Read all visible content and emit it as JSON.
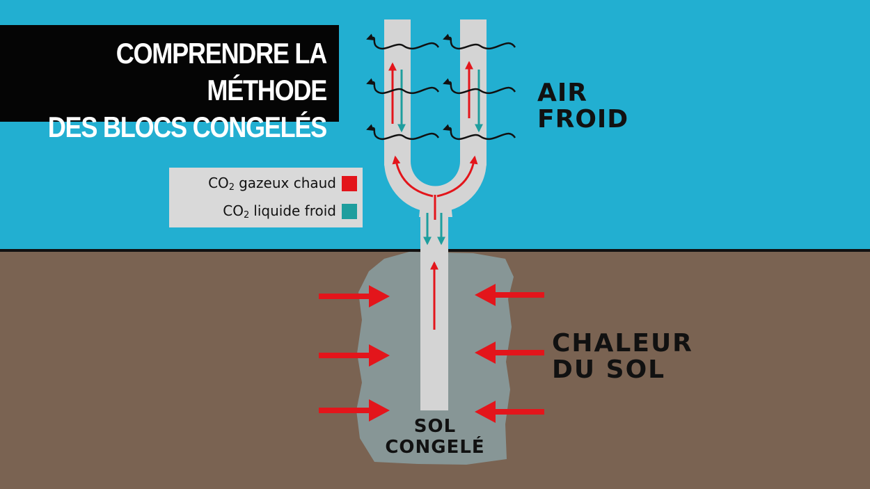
{
  "title": {
    "lines": [
      "COMPRENDRE LA MÉTHODE",
      "DES BLOCS CONGELÉS"
    ]
  },
  "legend": {
    "items": [
      {
        "prefix": "CO",
        "subscript": "2",
        "text": "gazeux chaud",
        "color": "#e3151b"
      },
      {
        "prefix": "CO",
        "subscript": "2",
        "text": "liquide froid",
        "color": "#1e9e9e"
      }
    ]
  },
  "labels": {
    "air": [
      "AIR",
      "FROID"
    ],
    "heat": [
      "CHALEUR",
      "DU SOL"
    ],
    "frozen": [
      "SOL",
      "CONGELÉ"
    ]
  },
  "colors": {
    "sky": "#22afd1",
    "ground": "#7a6352",
    "frozen_soil": "#879696",
    "pipe": "#d4d4d4",
    "hot_co2": "#e3151b",
    "cold_co2": "#1e9e9e",
    "outline": "#111111",
    "title_bg": "#050505"
  }
}
